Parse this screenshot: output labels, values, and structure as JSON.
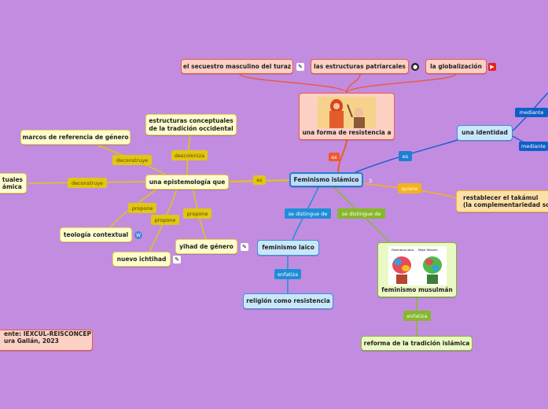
{
  "center": {
    "label": "Feminismo islámico"
  },
  "top": {
    "resistance": "una forma de resistencia a",
    "left": "el secuestro masculino del turaz",
    "middle": "las estructuras patriarcales",
    "right": "la globalización"
  },
  "identity": {
    "label": "una identidad",
    "m1": "mediante",
    "m2": "mediante"
  },
  "takamul": {
    "label": "restablecer el takámul\n(la complementariedad soci"
  },
  "epist": {
    "label": "una epistemología que",
    "structures": "estructuras conceptuales\nde la tradición occidental",
    "marcos": "marcos de referencia de género",
    "cutoff": "tuales\námica",
    "teologia": "teología contextual",
    "nuevo": "nuevo ichtihad",
    "yihad": "yihad de género"
  },
  "laico": {
    "label": "feminismo laico",
    "child": "religión como resistencia"
  },
  "musulman": {
    "label": "feminismo musulmán",
    "child": "reforma de la tradición islámica",
    "img_left": "Feminismo laico",
    "img_right": "Mujer Musulm"
  },
  "labels": {
    "es_red": "es",
    "es_blue": "es",
    "es_yellow": "es",
    "quiere": "quiere",
    "distingue1": "se distingue de",
    "distingue2": "se distingue de",
    "enfatiza1": "enfatiza",
    "enfatiza2": "enfatiza",
    "descoloniza": "descoloniza",
    "deconstruye1": "deconstruye",
    "deconstruye2": "deconstruye",
    "propone1": "propone",
    "propone2": "propone",
    "propone3": "propone"
  },
  "source": {
    "line1": "ente: IEXCUL-REISCONCEP",
    "line2": "ura Gallán, 2023"
  },
  "icons": [
    "ai-icon",
    "ai-icon",
    "github-icon",
    "youtube-icon",
    "twitter-icon",
    "wordpress-icon",
    "ai-icon",
    "ai-icon"
  ]
}
